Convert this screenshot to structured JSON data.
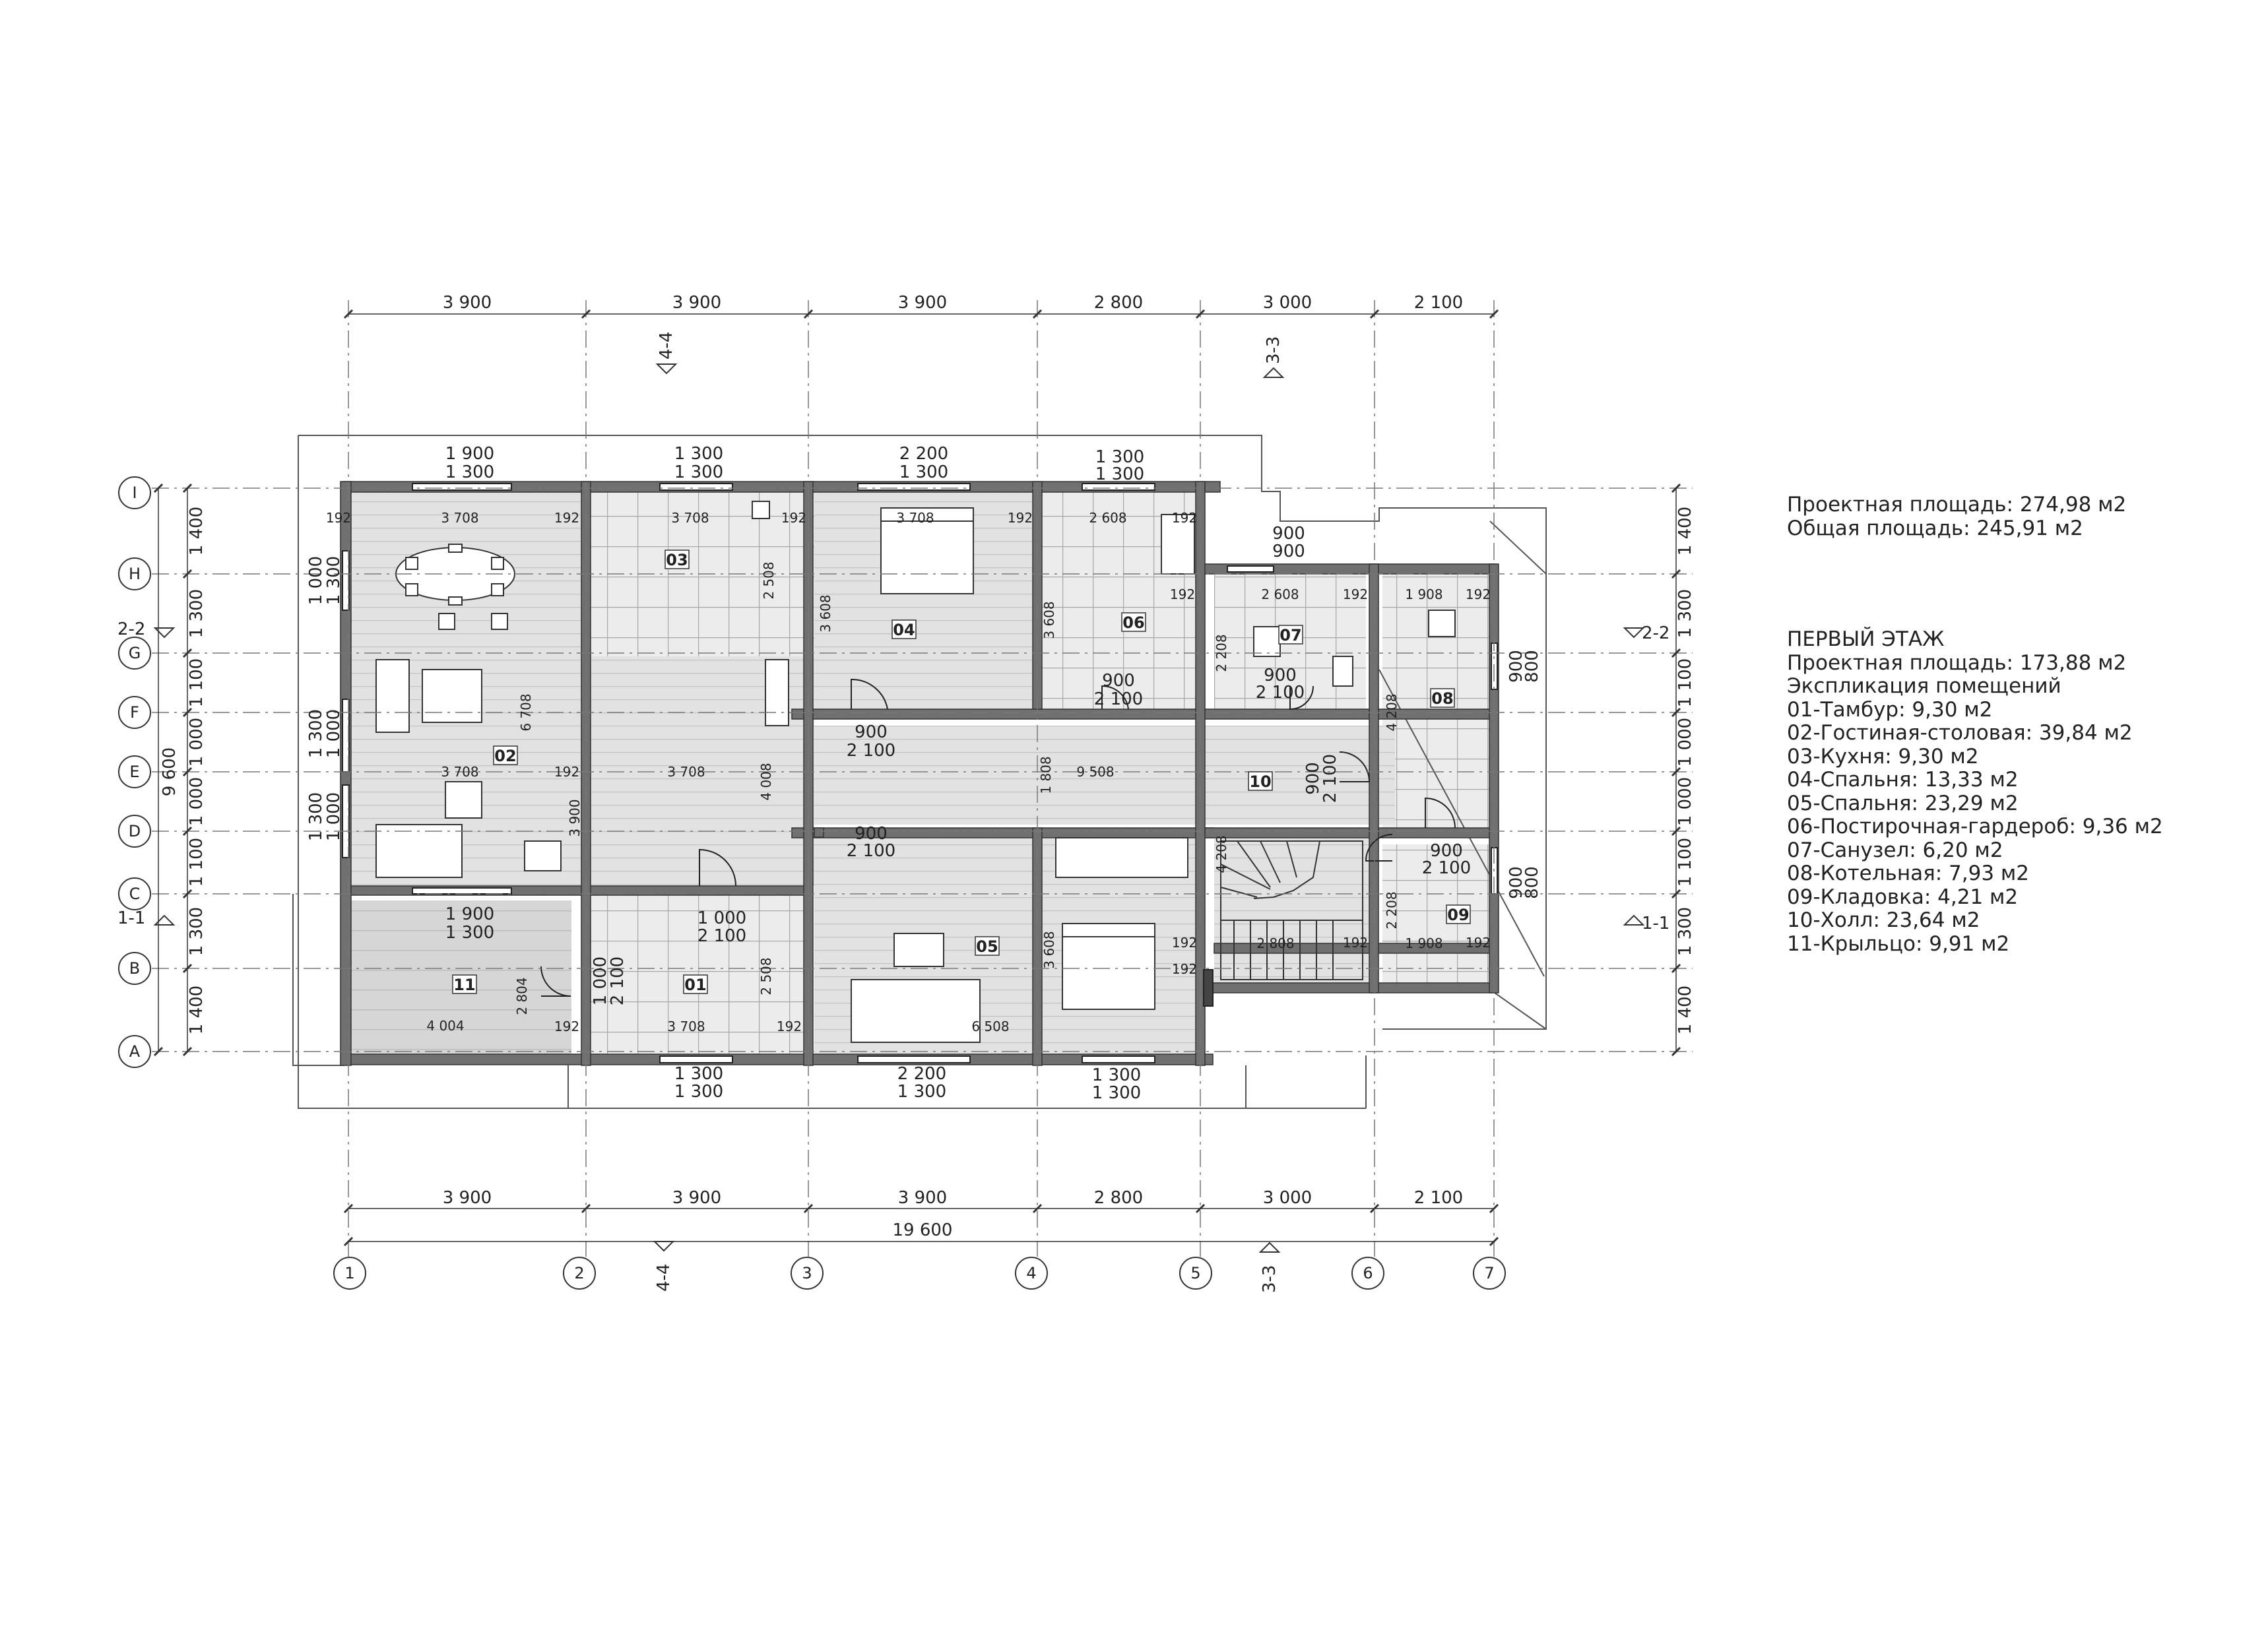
{
  "summary": {
    "project_area": "Проектная площадь: 274,98 м2",
    "total_area": "Общая площадь: 245,91 м2"
  },
  "floor": {
    "title": "ПЕРВЫЙ ЭТАЖ",
    "project_area": "Проектная площадь: 173,88 м2",
    "explication_title": "Экспликация помещений",
    "rooms": [
      "01-Тамбур: 9,30 м2",
      "02-Гостиная-столовая: 39,84 м2",
      "03-Кухня: 9,30 м2",
      "04-Спальня: 13,33 м2",
      "05-Спальня: 23,29 м2",
      "06-Постирочная-гардероб: 9,36 м2",
      "07-Санузел: 6,20 м2",
      "08-Котельная: 7,93 м2",
      "09-Кладовка: 4,21 м2",
      "10-Холл: 23,64 м2",
      "11-Крыльцо: 9,91 м2"
    ]
  },
  "axes": {
    "numbers": [
      "1",
      "2",
      "3",
      "4",
      "5",
      "6",
      "7"
    ],
    "letters": [
      "I",
      "H",
      "G",
      "F",
      "E",
      "D",
      "C",
      "B",
      "A"
    ]
  },
  "dims": {
    "top": [
      "3 900",
      "3 900",
      "3 900",
      "2 800",
      "3 000",
      "2 100"
    ],
    "bottom": [
      "3 900",
      "3 900",
      "3 900",
      "2 800",
      "3 000",
      "2 100"
    ],
    "bottom_total": "19 600",
    "left_overall": "9 600",
    "left": [
      "1 400",
      "1 300",
      "1 100",
      "1 000",
      "1 000",
      "1 100",
      "1 300",
      "1 400"
    ],
    "right": [
      "1 400",
      "1 300",
      "1 100",
      "1 000",
      "1 000",
      "1 100",
      "1 300",
      "1 400"
    ]
  },
  "sections": {
    "s44": "4-4",
    "s33": "3-3",
    "s22": "2-2",
    "s11": "1-1"
  },
  "room_tags": [
    "01",
    "02",
    "03",
    "04",
    "05",
    "06",
    "07",
    "08",
    "09",
    "10",
    "11"
  ],
  "inner_dims": {
    "win_top": [
      [
        "1 900",
        "1 300"
      ],
      [
        "1 300",
        "1 300"
      ],
      [
        "2 200",
        "1 300"
      ],
      [
        "1 300",
        "1 300"
      ]
    ],
    "win_bot": [
      [
        "1 300",
        "1 300"
      ],
      [
        "2 200",
        "1 300"
      ],
      [
        "1 300",
        "1 300"
      ]
    ],
    "win_left": [
      [
        "1 000",
        "1 300"
      ],
      [
        "1 300",
        "1 000"
      ],
      [
        "1 300",
        "1 000"
      ]
    ],
    "win_c": [
      "1 900",
      "1 300"
    ],
    "win_top6": [
      "900",
      "900"
    ],
    "win_right": [
      [
        "900",
        "800"
      ],
      [
        "900",
        "800"
      ]
    ],
    "door_04": [
      "900",
      "2 100"
    ],
    "door_06": [
      "900",
      "2 100"
    ],
    "door_07": [
      "900",
      "2 100"
    ],
    "door_e": [
      "900",
      "2 100"
    ],
    "door_01": [
      "1 000",
      "2 100"
    ],
    "door_10": [
      "900",
      "2 100"
    ],
    "door_09": [
      "900",
      "2 100"
    ],
    "door_11": [
      "1 000",
      "2 100"
    ],
    "w192": "192",
    "r_top": [
      "3 708",
      "3 708",
      "3 708",
      "2 608",
      "2 608",
      "1 908"
    ],
    "r_e": [
      "3 708",
      "3 708",
      "9 508"
    ],
    "r_bot": [
      "4 004",
      "3 708",
      "6 508"
    ],
    "r_low": [
      "2 808",
      "1 908"
    ],
    "v_02": "6 708",
    "v_03": "2 508",
    "v_04": "3 608",
    "v_06": "3 608",
    "v_07": "2 208",
    "v_08": "4 208",
    "v_11": "2 804",
    "v_01": "2 508",
    "v_e3": "4 008",
    "v_e2": "3 900",
    "v_e4": "1 808",
    "v_10": "4 208",
    "v_05": "3 608",
    "v_09": "2 208"
  }
}
